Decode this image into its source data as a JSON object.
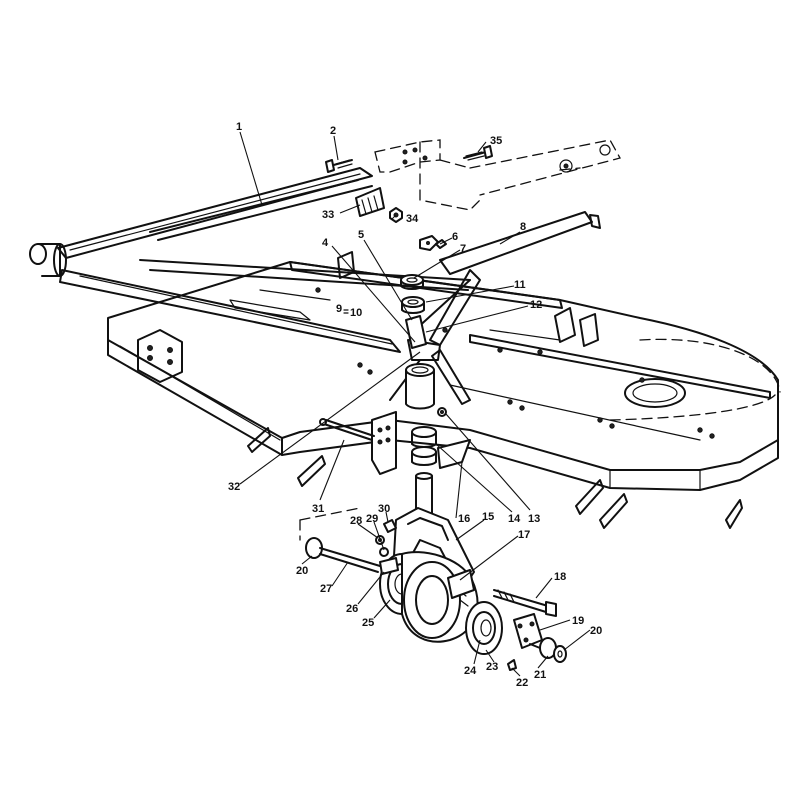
{
  "callouts": [
    {
      "id": "c1",
      "label": "1"
    },
    {
      "id": "c2",
      "label": "2"
    },
    {
      "id": "c35",
      "label": "35"
    },
    {
      "id": "c33",
      "label": "33"
    },
    {
      "id": "c34",
      "label": "34"
    },
    {
      "id": "c4",
      "label": "4"
    },
    {
      "id": "c5",
      "label": "5"
    },
    {
      "id": "c6",
      "label": "6"
    },
    {
      "id": "c7",
      "label": "7"
    },
    {
      "id": "c8",
      "label": "8"
    },
    {
      "id": "c11",
      "label": "11"
    },
    {
      "id": "c12",
      "label": "12"
    },
    {
      "id": "c13",
      "label": "13"
    },
    {
      "id": "c14",
      "label": "14"
    },
    {
      "id": "c15",
      "label": "15"
    },
    {
      "id": "c16",
      "label": "16"
    },
    {
      "id": "c17",
      "label": "17"
    },
    {
      "id": "c18",
      "label": "18"
    },
    {
      "id": "c19",
      "label": "19"
    },
    {
      "id": "c20a",
      "label": "20"
    },
    {
      "id": "c20b",
      "label": "20"
    },
    {
      "id": "c21",
      "label": "21"
    },
    {
      "id": "c22",
      "label": "22"
    },
    {
      "id": "c23",
      "label": "23"
    },
    {
      "id": "c24",
      "label": "24"
    },
    {
      "id": "c25",
      "label": "25"
    },
    {
      "id": "c26",
      "label": "26"
    },
    {
      "id": "c27",
      "label": "27"
    },
    {
      "id": "c28",
      "label": "28"
    },
    {
      "id": "c29",
      "label": "29"
    },
    {
      "id": "c30",
      "label": "30"
    },
    {
      "id": "c31",
      "label": "31"
    },
    {
      "id": "c32",
      "label": "32"
    },
    {
      "id": "c9",
      "label": "9"
    },
    {
      "id": "c10",
      "label": "10"
    }
  ]
}
